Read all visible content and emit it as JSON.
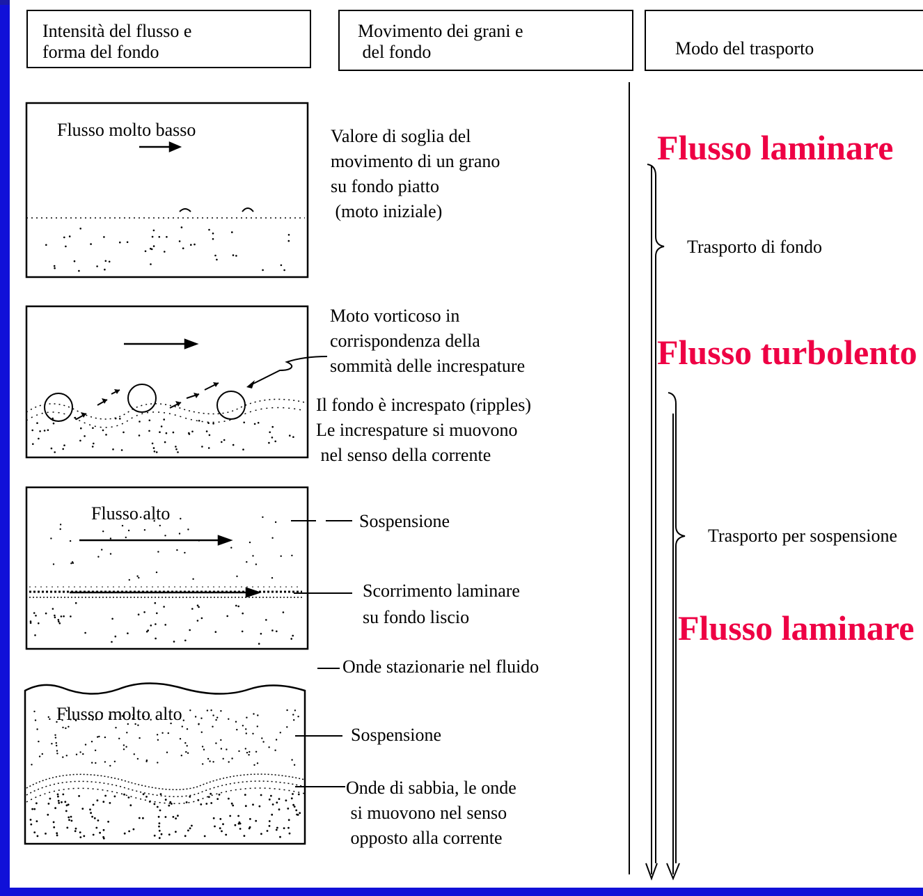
{
  "headers": {
    "col1": "Intensità del flusso e\nforma del fondo",
    "col2": "Movimento dei grani e\n del fondo",
    "col3": "Modo del trasporto"
  },
  "panel1": {
    "label": "Flusso molto basso",
    "description": "Valore di soglia del\nmovimento di un grano\nsu fondo piatto\n (moto iniziale)"
  },
  "panel2": {
    "vortex_note": "Moto vorticoso in\ncorrispondenza della\nsommità delle increspature",
    "ripples_note": "Il fondo è increspato (ripples)\nLe increspature si muovono\n nel senso della corrente"
  },
  "panel3": {
    "label": "Flusso alto",
    "suspension": "Sospensione",
    "laminar": "Scorrimento laminare\nsu fondo liscio"
  },
  "panel4": {
    "label": "Flusso molto alto",
    "waves": "Onde stazionarie nel fluido",
    "suspension": "Sospensione",
    "sand_waves": "Onde di sabbia, le onde\n si muovono nel senso\n opposto alla corrente"
  },
  "transport": {
    "bed": "Trasporto di fondo",
    "suspension": "Trasporto per sospensione"
  },
  "regimes": [
    "Flusso laminare",
    "Flusso turbolento",
    "Flusso laminare"
  ],
  "colors": {
    "regime_text": "#ee0044",
    "frame": "#1010d8"
  }
}
